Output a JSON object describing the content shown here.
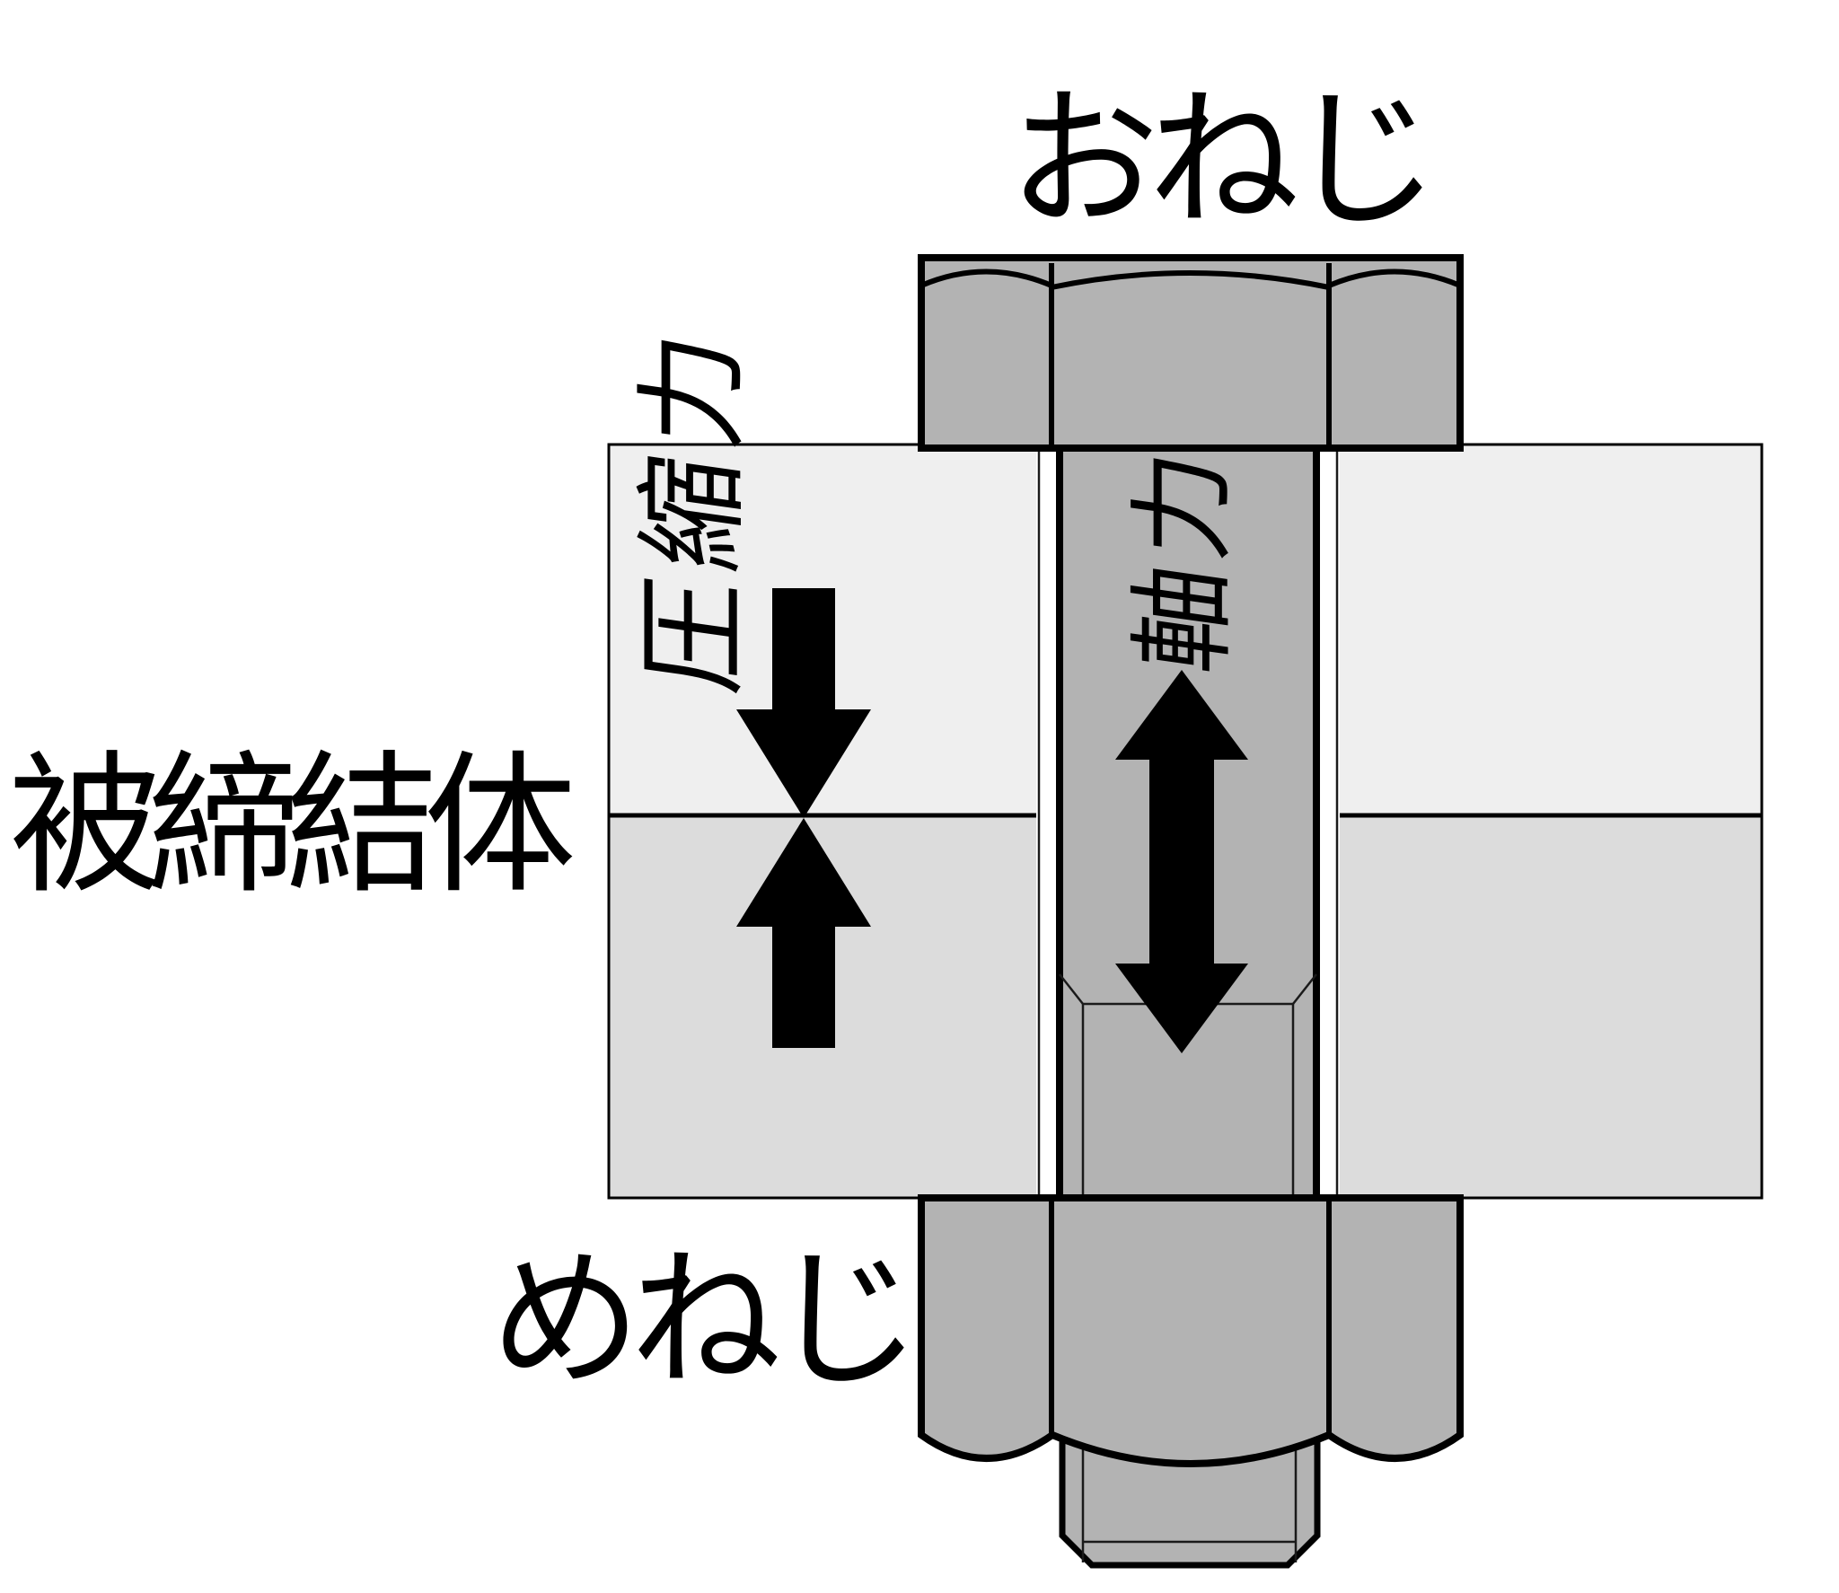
{
  "diagram": {
    "labels": {
      "male_thread": "おねじ",
      "female_thread": "めねじ",
      "clamped_parts": "被締結体",
      "compression_force": "圧縮力",
      "axial_force": "軸力"
    }
  },
  "colors": {
    "background": "#ffffff",
    "metal_gray": "#b3b3b3",
    "plate_upper_gray": "#efefef",
    "plate_lower_gray": "#dcdcdc",
    "outline_black": "#000000",
    "arrow_black": "#000000",
    "text_black": "#000000"
  }
}
